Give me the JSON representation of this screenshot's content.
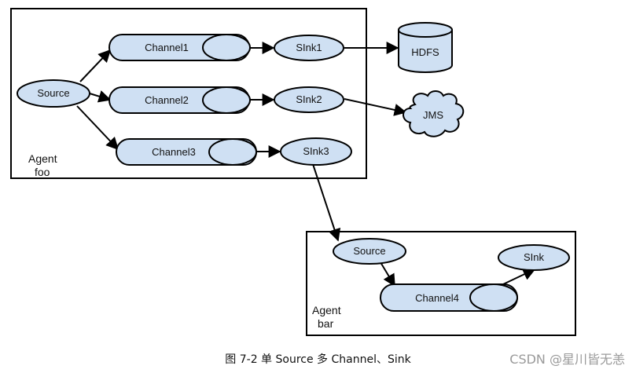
{
  "diagram": {
    "colors": {
      "node_fill": "#cfe0f3",
      "stroke": "#000000",
      "background": "#ffffff"
    },
    "agents": [
      {
        "id": "foo",
        "label_line1": "Agent",
        "label_line2": "foo"
      },
      {
        "id": "bar",
        "label_line1": "Agent",
        "label_line2": "bar"
      }
    ],
    "nodes": {
      "source_foo": "Source",
      "channel1": "Channel1",
      "channel2": "Channel2",
      "channel3": "Channel3",
      "sink1": "SInk1",
      "sink2": "SInk2",
      "sink3": "SInk3",
      "hdfs": "HDFS",
      "jms": "JMS",
      "source_bar": "Source",
      "channel4": "Channel4",
      "sink_bar": "SInk"
    },
    "caption": "图 7-2  单 Source 多 Channel、Sink",
    "watermark": "CSDN @星川皆无恙"
  }
}
